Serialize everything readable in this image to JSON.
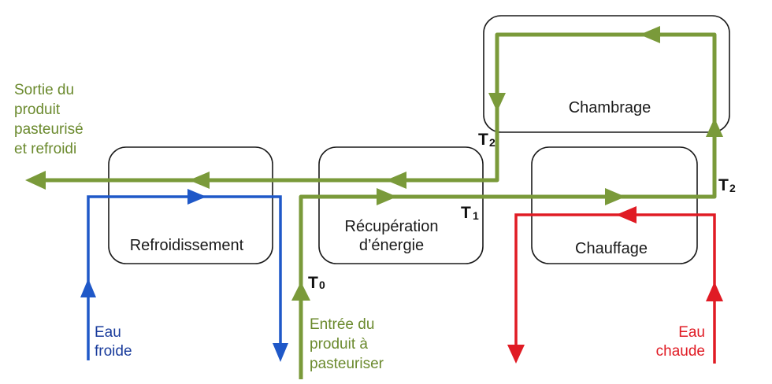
{
  "colors": {
    "product": "#7a9a3a",
    "cold_water": "#1f58c8",
    "hot_water": "#e01b24",
    "box_border": "#1a1a1a"
  },
  "boxes": {
    "refroidissement": "Refroidissement",
    "recuperation_line1": "Récupération",
    "recuperation_line2": "d’énergie",
    "chauffage": "Chauffage",
    "chambrage": "Chambrage"
  },
  "labels": {
    "sortie": [
      "Sortie du",
      "produit",
      "pasteurisé",
      "et refroidi"
    ],
    "entree": [
      "Entrée du",
      "produit à",
      "pasteuriser"
    ],
    "eau_froide": [
      "Eau",
      "froide"
    ],
    "eau_chaude": [
      "Eau",
      "chaude"
    ]
  },
  "temperatures": {
    "t0": {
      "letter": "T",
      "sub": "0"
    },
    "t1": {
      "letter": "T",
      "sub": "1"
    },
    "t2_top": {
      "letter": "T",
      "sub": "2"
    },
    "t2_right": {
      "letter": "T",
      "sub": "2"
    }
  }
}
